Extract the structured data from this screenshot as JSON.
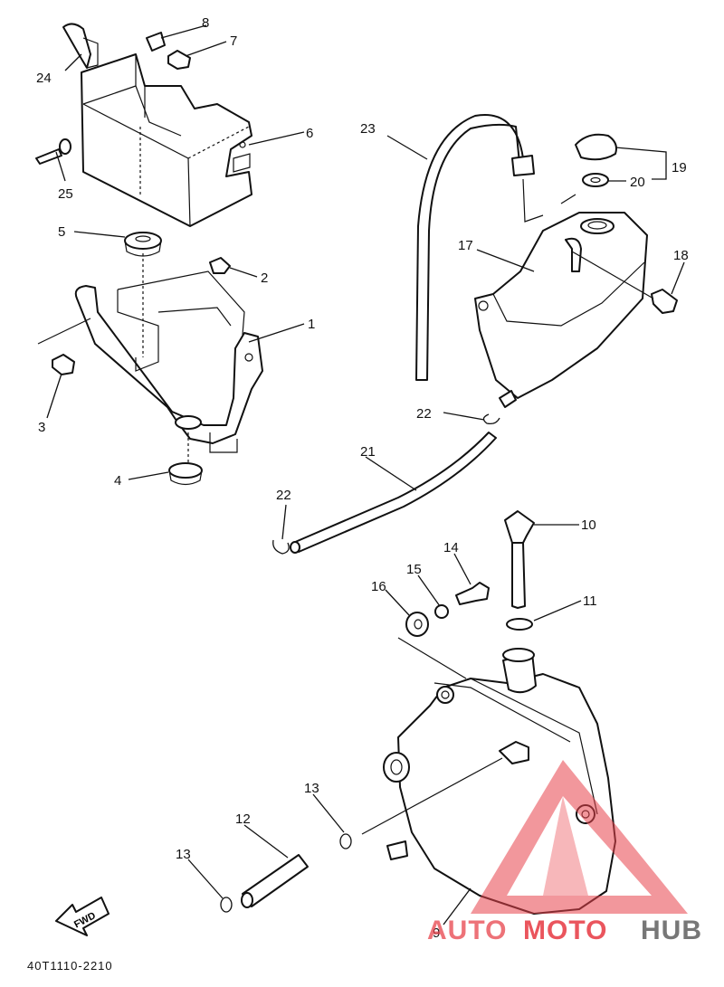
{
  "diagram": {
    "code": "40T1110-2210",
    "fwd_label": "FWD",
    "watermark": {
      "part1": "AUTO",
      "part2": "MOTO",
      "part3": "HUB",
      "color": "#e8434c",
      "dark": "#777777"
    },
    "labels": {
      "p1": "1",
      "p2": "2",
      "p3": "3",
      "p4": "4",
      "p5": "5",
      "p6": "6",
      "p7": "7",
      "p8": "8",
      "p9": "9",
      "p10": "10",
      "p11": "11",
      "p12": "12",
      "p13a": "13",
      "p13b": "13",
      "p14": "14",
      "p15": "15",
      "p16": "16",
      "p17": "17",
      "p18": "18",
      "p19": "19",
      "p20": "20",
      "p21": "21",
      "p22a": "22",
      "p22b": "22",
      "p23": "23",
      "p24": "24",
      "p25": "25"
    }
  }
}
